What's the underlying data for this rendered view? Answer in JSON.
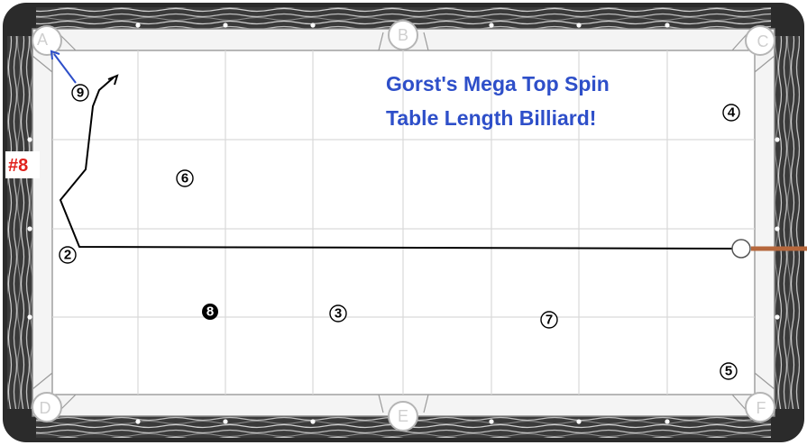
{
  "title": {
    "line1": "Gorst's Mega Top Spin",
    "line2": "Table Length Billiard!"
  },
  "side_marker": "#8",
  "pockets": [
    {
      "id": "A",
      "label": "A"
    },
    {
      "id": "B",
      "label": "B"
    },
    {
      "id": "C",
      "label": "C"
    },
    {
      "id": "D",
      "label": "D"
    },
    {
      "id": "E",
      "label": "E"
    },
    {
      "id": "F",
      "label": "F"
    }
  ],
  "balls": [
    {
      "number": "9",
      "style": "outline"
    },
    {
      "number": "6",
      "style": "outline"
    },
    {
      "number": "4",
      "style": "outline"
    },
    {
      "number": "2",
      "style": "outline"
    },
    {
      "number": "8",
      "style": "solid-black"
    },
    {
      "number": "3",
      "style": "outline"
    },
    {
      "number": "7",
      "style": "outline"
    },
    {
      "number": "5",
      "style": "outline"
    }
  ],
  "colors": {
    "title": "#2e4fc9",
    "marker": "#e0211c",
    "cue_stick": "#b5673c",
    "cue_path": "#000000",
    "object_ball_path": "#2e4fc9",
    "cloth": "#ffffff",
    "rail_wood": "#3b3b3b"
  }
}
